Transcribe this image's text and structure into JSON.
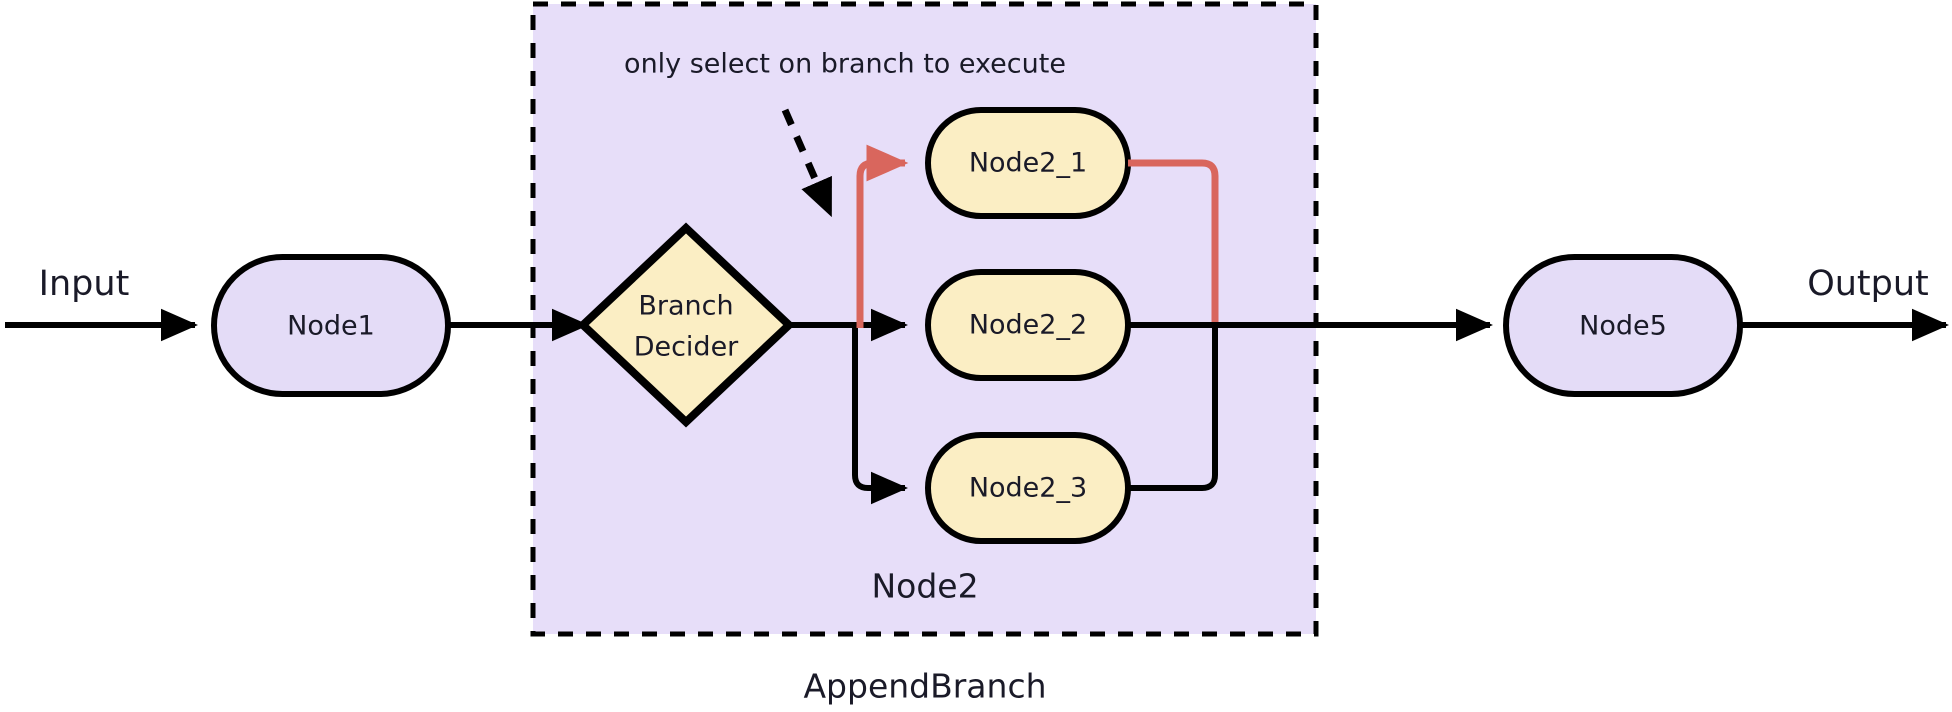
{
  "diagram": {
    "title_bottom": "AppendBranch",
    "group_label": "Node2",
    "annotation": "only select on branch to execute",
    "io": {
      "input_label": "Input",
      "output_label": "Output"
    },
    "nodes": {
      "node1": "Node1",
      "branch_decider_line1": "Branch",
      "branch_decider_line2": "Decider",
      "node2_1": "Node2_1",
      "node2_2": "Node2_2",
      "node2_3": "Node2_3",
      "node5": "Node5"
    },
    "colors": {
      "lavender_fill": "#e4dcf7",
      "lavender_group_fill": "#e7def9",
      "cream_fill": "#fbeec4",
      "stroke": "#000000",
      "highlight": "#d9665d",
      "text": "#1a1a28",
      "background": "#ffffff"
    },
    "highlight_path": {
      "selected_branch": "Node2_1",
      "color": "#d9665d"
    }
  }
}
